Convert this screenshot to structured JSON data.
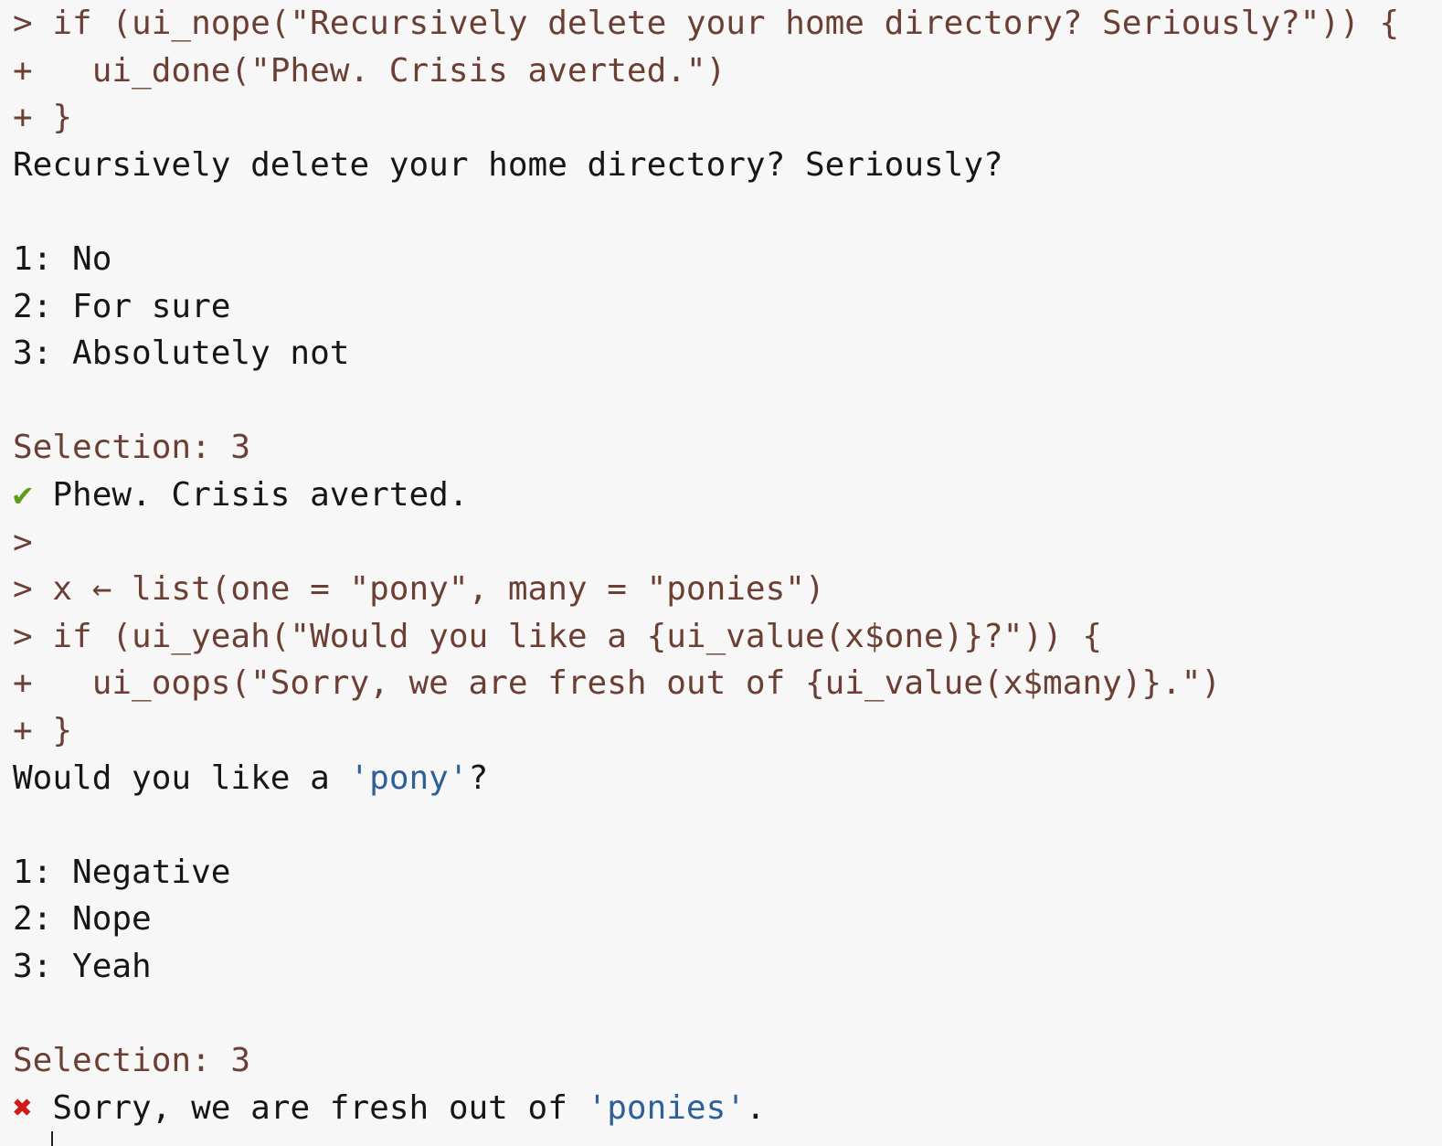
{
  "console": {
    "block1": {
      "code_line_1": "> if (ui_nope(\"Recursively delete your home directory? Seriously?\")) {",
      "code_line_2": "+   ui_done(\"Phew. Crisis averted.\")",
      "code_line_3": "+ }",
      "prompt_text": "Recursively delete your home directory? Seriously?",
      "options": [
        "1: No",
        "2: For sure",
        "3: Absolutely not"
      ],
      "selection": "Selection: 3",
      "result_icon": "check-icon",
      "result_glyph": "✔",
      "result_text": " Phew. Crisis averted."
    },
    "empty_prompt": ">",
    "block2": {
      "assign_line": "> x ← list(one = \"pony\", many = \"ponies\")",
      "code_line_1": "> if (ui_yeah(\"Would you like a {ui_value(x$one)}?\")) {",
      "code_line_2": "+   ui_oops(\"Sorry, we are fresh out of {ui_value(x$many)}.\")",
      "code_line_3": "+ }",
      "prompt_prefix": "Would you like a ",
      "prompt_value": "'pony'",
      "prompt_suffix": "?",
      "options": [
        "1: Negative",
        "2: Nope",
        "3: Yeah"
      ],
      "selection": "Selection: 3",
      "result_icon": "cross-icon",
      "result_glyph": "✖",
      "result_prefix": " Sorry, we are fresh out of ",
      "result_value": "'ponies'",
      "result_suffix": "."
    }
  },
  "colors": {
    "code": "#6b3f33",
    "output": "#161616",
    "value": "#2f5f98",
    "success": "#5c9e1b",
    "error": "#d01919",
    "background": "#f7f7f7"
  }
}
